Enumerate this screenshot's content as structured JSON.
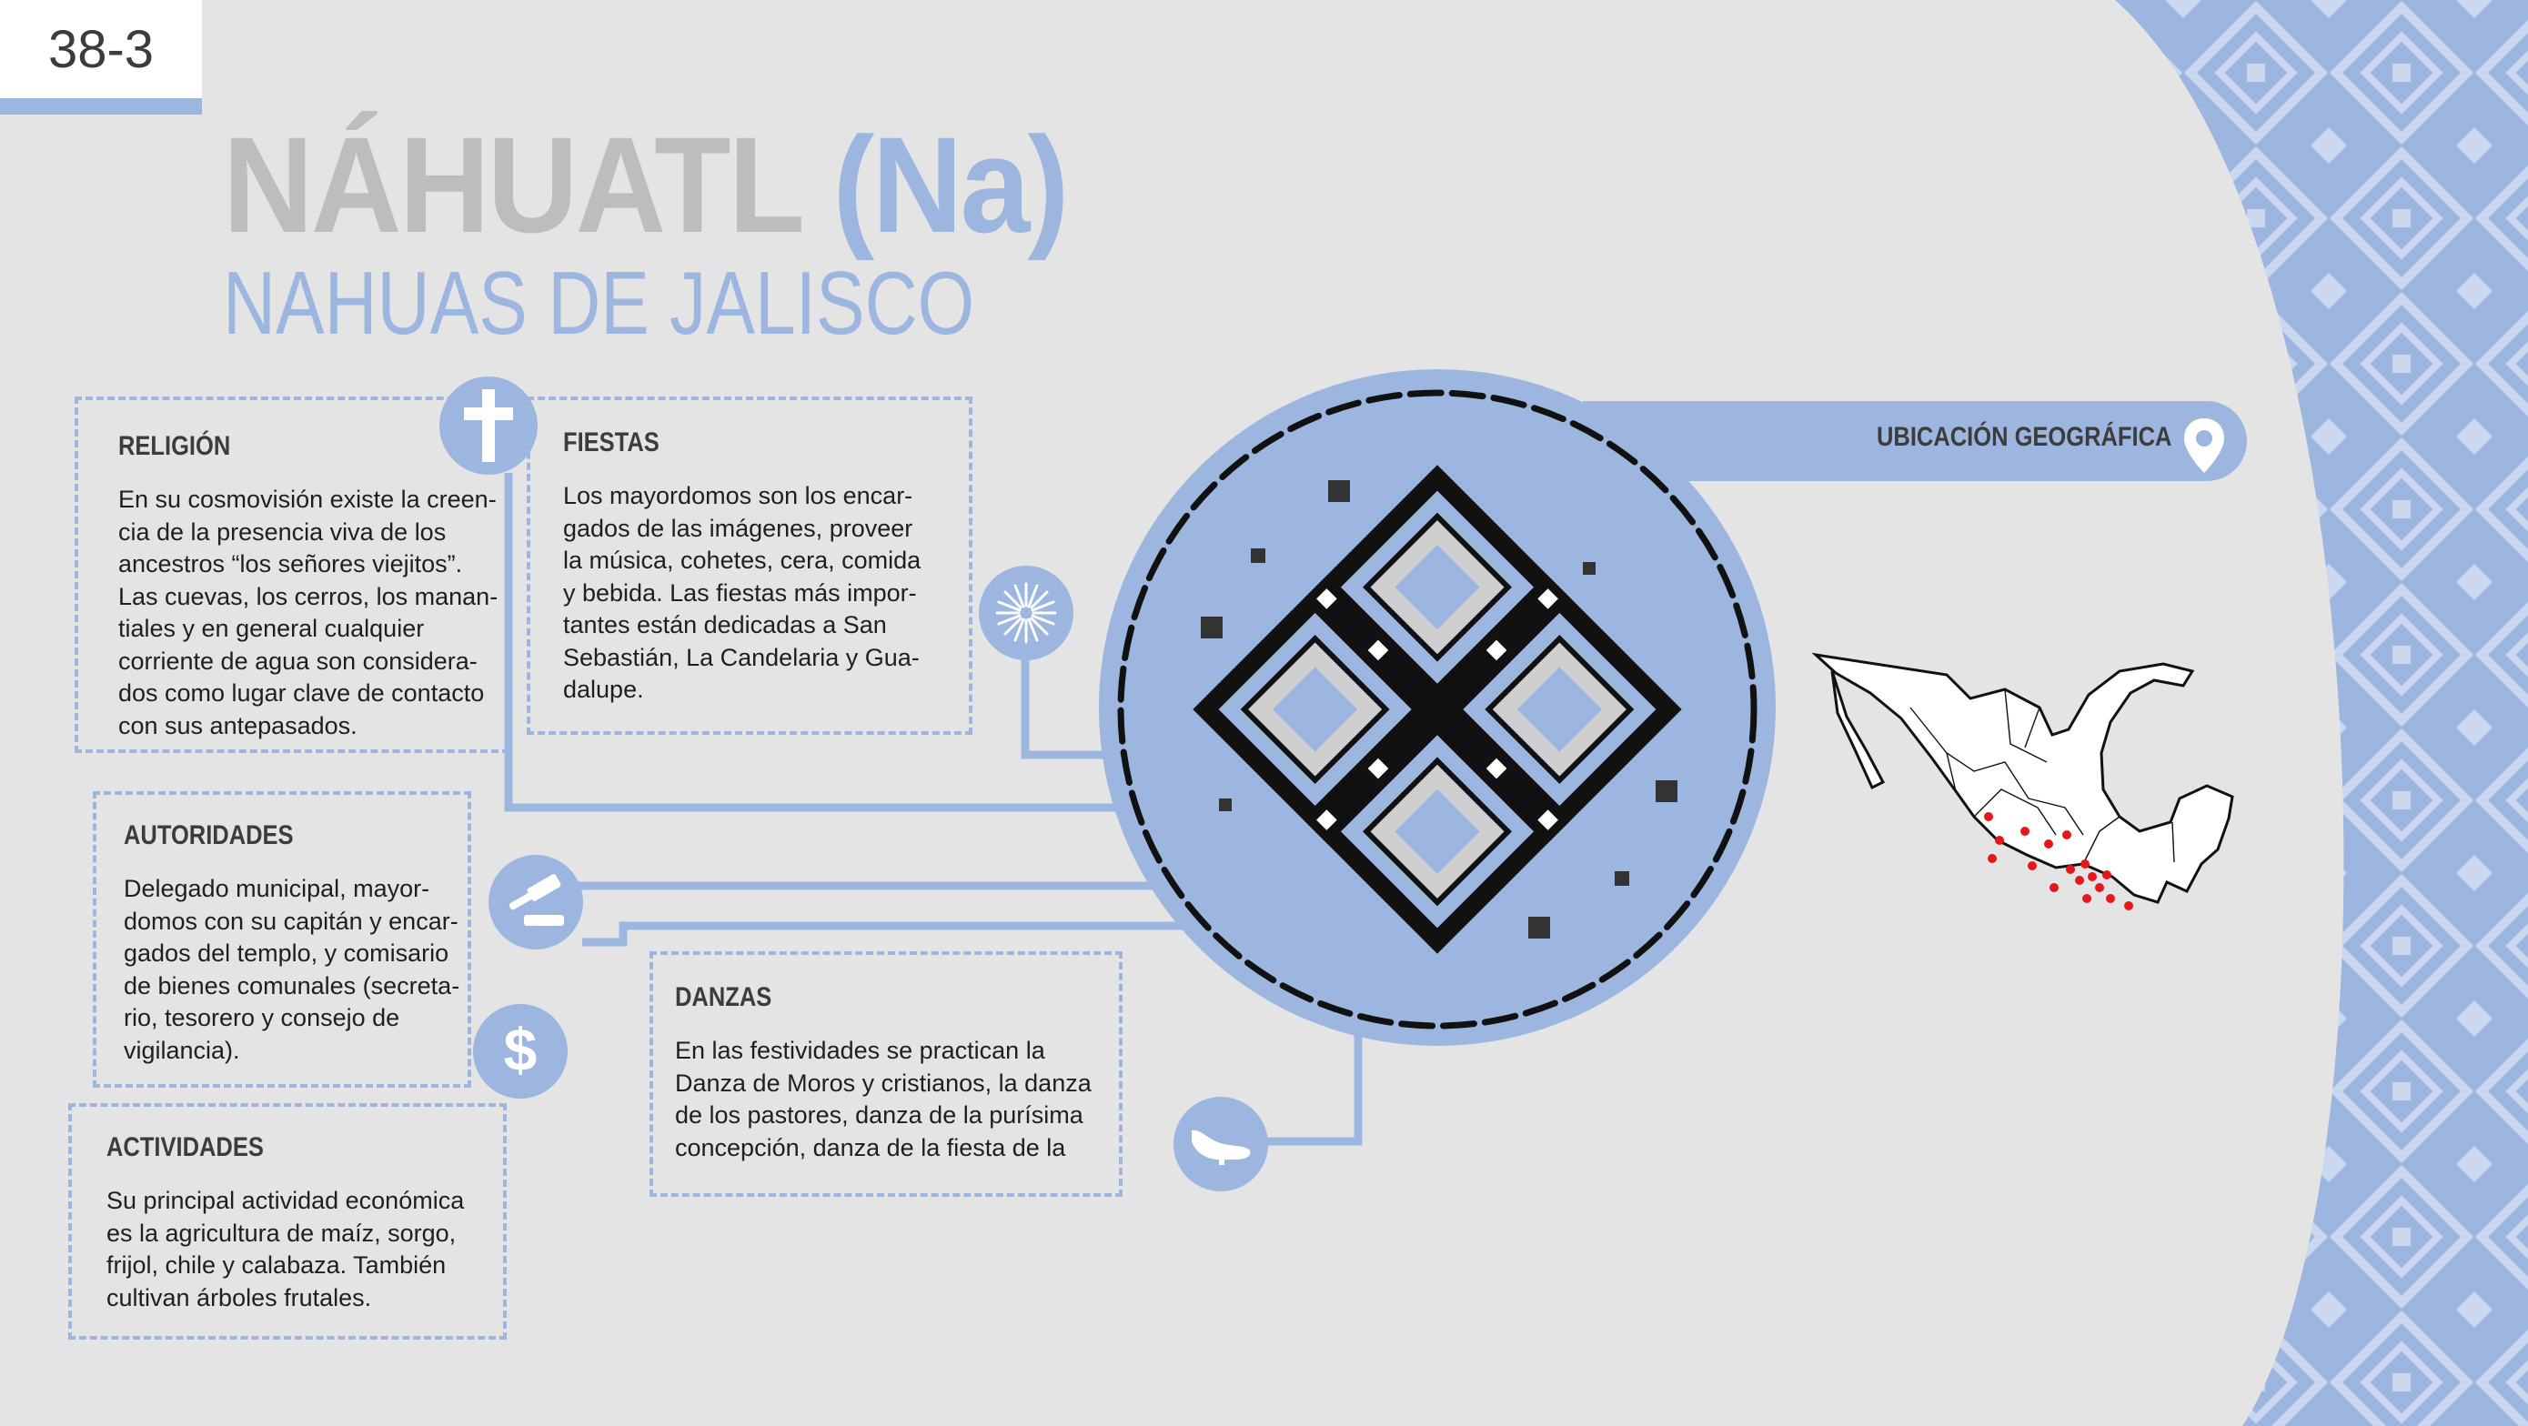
{
  "page_number": "38-3",
  "title": {
    "main": "NÁHUATL",
    "abbr": "(Na)"
  },
  "subtitle": "NAHUAS DE JALISCO",
  "colors": {
    "accent": "#9cb6e0",
    "background": "#e4e4e4",
    "title_gray": "#bdbdbd",
    "text": "#1f1f1f",
    "map_dots": "#e8151b"
  },
  "sections": {
    "religion": {
      "heading": "RELIGIÓN",
      "icon": "cross-icon",
      "text": "En su cosmovisión existe la creen-\ncia de la presencia viva de los\nancestros “los señores viejitos”.\nLas cuevas, los cerros, los manan-\ntiales y en general cualquier\ncorriente de agua son considera-\ndos como lugar clave de contacto\ncon sus antepasados."
    },
    "fiestas": {
      "heading": "FIESTAS",
      "icon": "fireworks-icon",
      "text": "Los mayordomos son los encar-\ngados de las imágenes, proveer\nla música, cohetes, cera, comida\ny bebida. Las fiestas más impor-\ntantes están dedicadas a San\nSebastián, La Candelaria y Gua-\ndalupe."
    },
    "autoridades": {
      "heading": "AUTORIDADES",
      "icon": "gavel-icon",
      "text": "Delegado municipal, mayor-\ndomos con su capitán y encar-\ngados del templo, y comisario\nde bienes comunales (secreta-\nrio, tesorero y consejo de\nvigilancia)."
    },
    "actividades": {
      "heading": "ACTIVIDADES",
      "icon": "dollar-icon",
      "text": "Su principal actividad económica\nes la agricultura de maíz, sorgo,\nfrijol, chile y calabaza. También\ncultivan árboles frutales."
    },
    "danzas": {
      "heading": "DANZAS",
      "icon": "dance-shoe-icon",
      "text": "En las festividades se practican la\nDanza de Moros y cristianos, la danza\nde los pastores, danza de la purísima\nconcepción, danza de la fiesta de la"
    }
  },
  "location": {
    "label": "UBICACIÓN GEOGRÁFICA",
    "icon": "map-pin-icon"
  },
  "map": {
    "icon": "mexico-map-icon"
  },
  "emblem": {
    "icon": "embroidery-pattern-icon"
  },
  "background_pattern": {
    "icon": "textile-pattern-icon"
  }
}
